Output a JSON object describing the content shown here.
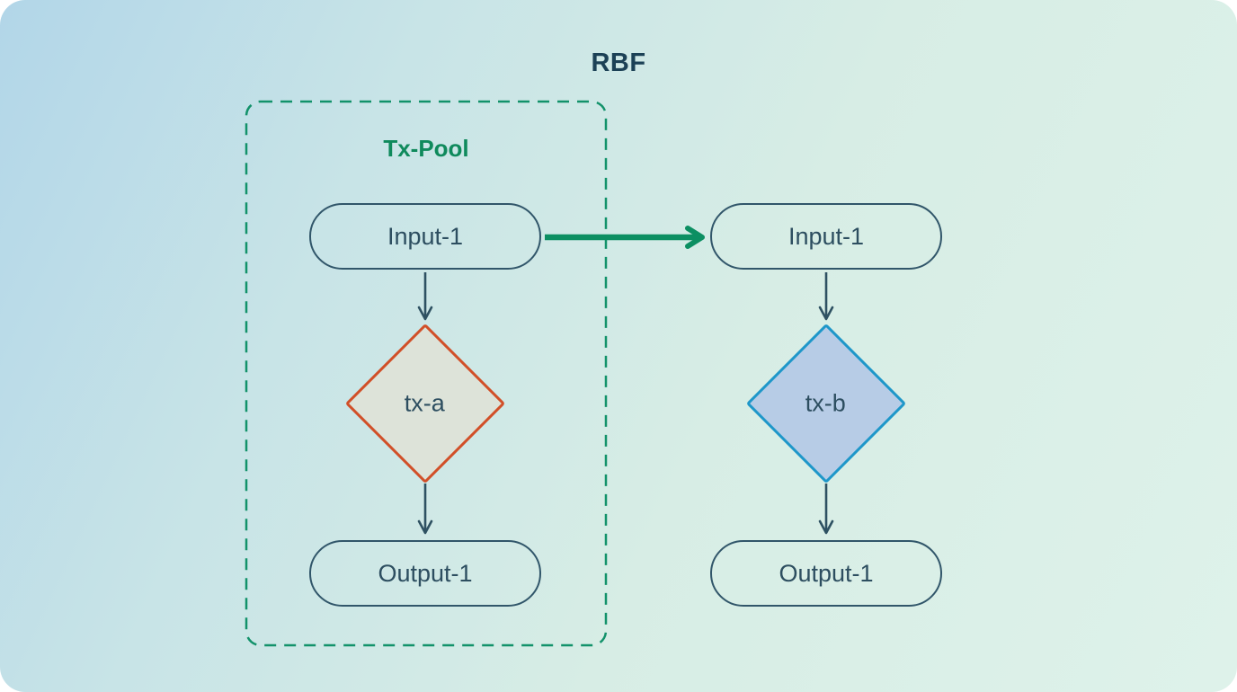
{
  "title": "RBF",
  "pool": {
    "label": "Tx-Pool"
  },
  "nodes": {
    "pool_input": {
      "label": "Input-1",
      "shape": "pill"
    },
    "pool_tx": {
      "label": "tx-a",
      "shape": "diamond"
    },
    "pool_output": {
      "label": "Output-1",
      "shape": "pill"
    },
    "replacement_input": {
      "label": "Input-1",
      "shape": "pill"
    },
    "replacement_tx": {
      "label": "tx-b",
      "shape": "diamond"
    },
    "replacement_output": {
      "label": "Output-1",
      "shape": "pill"
    }
  },
  "edges": [
    {
      "from": "pool_input",
      "to": "pool_tx",
      "style": "thin-dark-arrow"
    },
    {
      "from": "pool_tx",
      "to": "pool_output",
      "style": "thin-dark-arrow"
    },
    {
      "from": "pool_input",
      "to": "replacement_input",
      "style": "thick-green-arrow"
    },
    {
      "from": "replacement_input",
      "to": "replacement_tx",
      "style": "thin-dark-arrow"
    },
    {
      "from": "replacement_tx",
      "to": "replacement_output",
      "style": "thin-dark-arrow"
    }
  ],
  "colors": {
    "background_top_left": "#b2d6e8",
    "background_bottom_right": "#def2ea",
    "title_text": "#1c4156",
    "pool_border": "#12926a",
    "pool_label_text": "#0f8a5c",
    "node_border": "#31566a",
    "node_text": "#2d4e60",
    "tx_a_border": "#d14f28",
    "tx_a_fill": "#dde3d9",
    "tx_b_border": "#1e97c9",
    "tx_b_fill": "#b7cce6",
    "connector": "#2e5162",
    "rbf_arrow": "#0c8f62"
  }
}
